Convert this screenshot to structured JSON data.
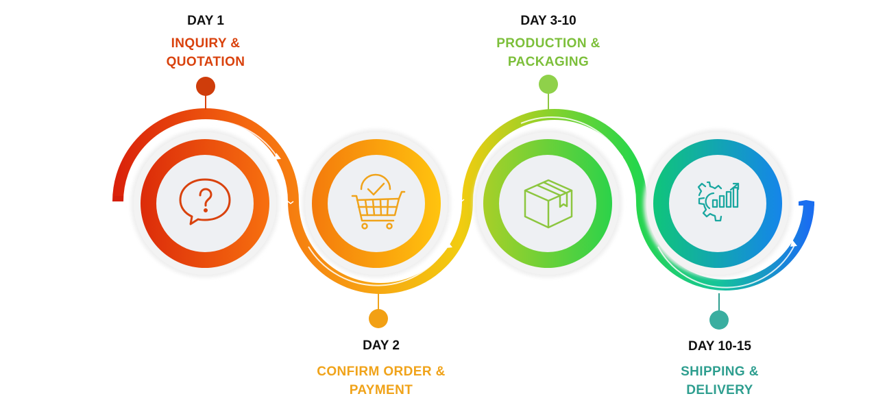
{
  "steps": [
    {
      "day": "DAY 1",
      "title_line1": "INQUIRY &",
      "title_line2": "QUOTATION",
      "icon": "question-bubble-icon",
      "color": "#d9420d",
      "gradient": [
        "#dd2d0a",
        "#f76a12"
      ]
    },
    {
      "day": "DAY 2",
      "title_line1": "CONFIRM ORDER &",
      "title_line2": "PAYMENT",
      "icon": "shopping-cart-check-icon",
      "color": "#f0a31a",
      "gradient": [
        "#f47a0c",
        "#ffc20e"
      ]
    },
    {
      "day": "DAY 3-10",
      "title_line1": "PRODUCTION &",
      "title_line2": "PACKAGING",
      "icon": "package-box-icon",
      "color": "#7cbf3a",
      "gradient": [
        "#a3cf2a",
        "#2fd14b"
      ]
    },
    {
      "day": "DAY 10-15",
      "title_line1": "SHIPPING &",
      "title_line2": "DELIVERY",
      "icon": "gear-growth-chart-icon",
      "color": "#2e9e8f",
      "gradient": [
        "#10c27a",
        "#1585ea"
      ]
    }
  ]
}
